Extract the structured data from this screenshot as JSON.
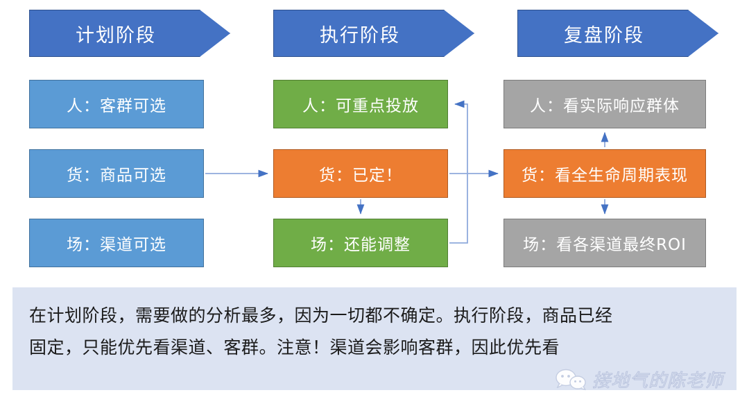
{
  "headers": [
    {
      "id": "plan",
      "label": "计划阶段"
    },
    {
      "id": "exec",
      "label": "执行阶段"
    },
    {
      "id": "review",
      "label": "复盘阶段"
    }
  ],
  "columns": {
    "plan": {
      "phase": "计划阶段",
      "items": [
        {
          "key": "ren",
          "label": "人：客群可选",
          "color": "#5B9BD5"
        },
        {
          "key": "huo",
          "label": "货：商品可选",
          "color": "#5B9BD5"
        },
        {
          "key": "chang",
          "label": "场：渠道可选",
          "color": "#5B9BD5"
        }
      ]
    },
    "exec": {
      "phase": "执行阶段",
      "items": [
        {
          "key": "ren",
          "label": "人：可重点投放",
          "color": "#70AD47"
        },
        {
          "key": "huo",
          "label": "货：已定！",
          "color": "#ED7D31"
        },
        {
          "key": "chang",
          "label": "场：还能调整",
          "color": "#70AD47"
        }
      ]
    },
    "review": {
      "phase": "复盘阶段",
      "items": [
        {
          "key": "ren",
          "label": "人：看实际响应群体",
          "color": "#A5A5A5"
        },
        {
          "key": "huo",
          "label": "货：看全生命周期表现",
          "color": "#ED7D31"
        },
        {
          "key": "chang",
          "label": "场：看各渠道最终ROI",
          "color": "#A5A5A5"
        }
      ]
    }
  },
  "connectors": [
    {
      "name": "plan-huo-to-exec-huo",
      "from": "plan.huo",
      "to": "exec.huo"
    },
    {
      "name": "exec-huo-to-exec-chang",
      "from": "exec.huo",
      "to": "exec.chang"
    },
    {
      "name": "exec-chang-to-exec-ren",
      "from": "exec.chang",
      "to": "exec.ren"
    },
    {
      "name": "exec-huo-to-review-huo",
      "from": "exec.huo",
      "to": "review.huo"
    },
    {
      "name": "review-huo-to-review-ren",
      "from": "review.huo",
      "to": "review.ren"
    },
    {
      "name": "review-huo-to-review-chang",
      "from": "review.huo",
      "to": "review.chang"
    }
  ],
  "note": {
    "line1": "在计划阶段，需要做的分析最多，因为一切都不确定。执行阶段，商品已经",
    "line2": "固定，只能优先看渠道、客群。注意！渠道会影响客群，因此优先看"
  },
  "watermark": {
    "icon": "wechat-icon",
    "text": "接地气的陈老师"
  },
  "colors": {
    "header_blue": "#4472C4",
    "light_blue": "#5B9BD5",
    "green": "#70AD47",
    "orange": "#ED7D31",
    "gray": "#A5A5A5",
    "note_panel": "#DCE3F2",
    "arrow": "#8FAADC",
    "arrow_head": "#4472C4",
    "page_bg": "#FFFFFF"
  }
}
